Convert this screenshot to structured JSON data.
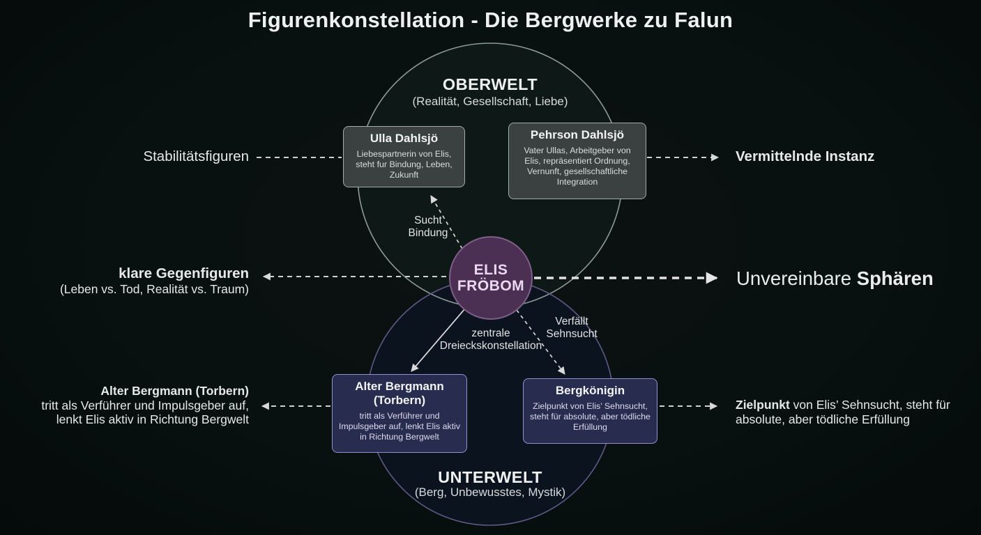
{
  "title": "Figurenkonstellation - Die Bergwerke zu Falun",
  "zones": {
    "oberwelt": {
      "label": "OBERWELT",
      "subtitle": "(Realität, Gesellschaft, Liebe)"
    },
    "unterwelt": {
      "label": "UNTERWELT",
      "subtitle": "(Berg, Unbewusstes, Mystik)"
    }
  },
  "center": {
    "name_line1": "ELIS",
    "name_line2": "FRÖBOM"
  },
  "characters": {
    "ulla": {
      "name": "Ulla Dahlsjö",
      "description": "Liebespartnerin von Elis, steht fur Bindung, Leben, Zukunft"
    },
    "pehrson": {
      "name": "Pehrson Dahlsjö",
      "description": "Vater Ullas, Arbeitgeber von Elis, repräsentiert Ordnung, Vernunft, gesellschaftliche Integration"
    },
    "torbern": {
      "name": "Alter Bergmann (Torbern)",
      "description": "tritt als Verführer und Impulsgeber auf, lenkt Elis aktiv in Richtung Bergwelt"
    },
    "bergkoenigin": {
      "name": "Bergkönigin",
      "description": "Zielpunkt von Elis’ Sehnsucht, steht für absolute, aber tödliche Erfüllung"
    }
  },
  "edge_labels": {
    "sucht": {
      "line1": "Sucht",
      "line2": "Bindung"
    },
    "dreieck": {
      "line1": "zentrale",
      "line2": "Dreieckskonstellation"
    },
    "verfaellt": {
      "line1": "Verfällt",
      "line2": "Sehnsucht"
    }
  },
  "annotations": {
    "stabilitaet": {
      "text": "Stabilitätsfiguren"
    },
    "vermittelnde": {
      "text": "Vermittelnde Instanz"
    },
    "gegenfiguren": {
      "bold": "klare Gegenfiguren",
      "sub": "(Leben vs. Tod, Realität vs. Traum)"
    },
    "sphaeren": {
      "normal": "Unvereinbare ",
      "bold": "Sphären"
    },
    "torbern_left": {
      "bold": "Alter Bergmann (Torbern)",
      "line1": "tritt als Verführer und Impulsgeber auf,",
      "line2": "lenkt Elis aktiv in Richtung Bergwelt"
    },
    "zielpunkt": {
      "bold": "Zielpunkt",
      "line1_rest": " von Elis’ Sehnsucht, steht für",
      "line2": "absolute, aber tödliche Erfüllung"
    }
  },
  "colors": {
    "background": "#081010",
    "oberwelt_fill": "#0e1817",
    "oberwelt_stroke": "#8e9a97",
    "unterwelt_fill": "#0c1421",
    "unterwelt_stroke": "#5e5a85",
    "elis_fill": "#4b3054",
    "elis_stroke": "#7d5f8a",
    "upper_box_fill": "#3b4140",
    "upper_box_stroke": "#a3adaa",
    "lower_box_fill": "#282c4e",
    "lower_box_stroke": "#9093cc",
    "connector": "#d6d6d6"
  }
}
